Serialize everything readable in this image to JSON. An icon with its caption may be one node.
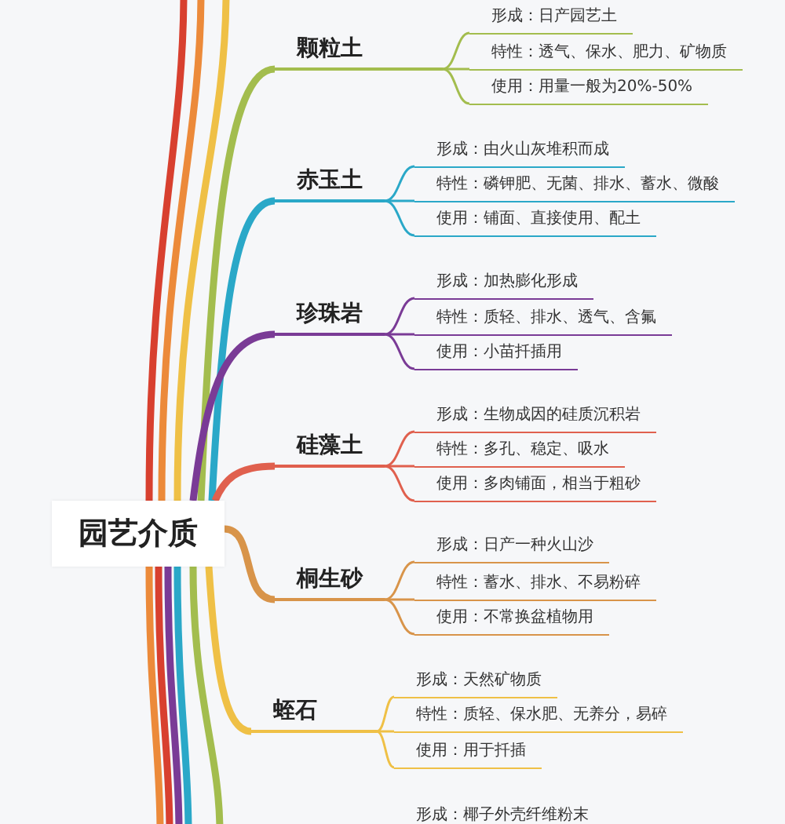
{
  "diagram": {
    "nodes": [
      {
        "text": [
          "园艺介质"
        ]
      },
      {
        "text": [
          "颗粒土"
        ]
      },
      {
        "text": [
          "形成：日产园艺土"
        ]
      },
      {
        "text": [
          "特性：透气、保水、肥力、矿物质"
        ]
      },
      {
        "text": [
          "使用：用量一般为20%-50%"
        ]
      },
      {
        "text": [
          "赤玉土"
        ]
      },
      {
        "text": [
          "形成：由火山灰堆积而成"
        ]
      },
      {
        "text": [
          "特性：磷钾肥、无菌、排水、蓄水、微酸"
        ]
      },
      {
        "text": [
          "使用：铺面、直接使用、配土"
        ]
      },
      {
        "text": [
          "珍珠岩"
        ]
      },
      {
        "text": [
          "形成：加热膨化形成"
        ]
      },
      {
        "text": [
          "特性：质轻、排水、透气、含氟"
        ]
      },
      {
        "text": [
          "使用：小苗扦插用"
        ]
      },
      {
        "text": [
          "硅藻土"
        ]
      },
      {
        "text": [
          "形成：生物成因的硅质沉积岩"
        ]
      },
      {
        "text": [
          "特性：多孔、稳定、吸水"
        ]
      },
      {
        "text": [
          "使用：多肉铺面，相当于粗砂"
        ]
      },
      {
        "text": [
          "桐生砂"
        ]
      },
      {
        "text": [
          "形成：日产一种火山沙"
        ]
      },
      {
        "text": [
          "特性：蓄水、排水、不易粉碎"
        ]
      },
      {
        "text": [
          "使用：不常换盆植物用"
        ]
      },
      {
        "text": [
          "蛭石"
        ]
      },
      {
        "text": [
          "形成：天然矿物质"
        ]
      },
      {
        "text": [
          "特性：质轻、保水肥、无养分，易碎"
        ]
      },
      {
        "text": [
          "使用：用于扦插"
        ]
      },
      {
        "text": [
          "形成：椰子外壳纤维粉末"
        ]
      }
    ],
    "edges": [
      {
        "from": 0,
        "to": 1,
        "arrow": "none",
        "style": "thick",
        "color": "#a3bd4e"
      },
      {
        "from": 1,
        "to": 2,
        "arrow": "none",
        "color": "#a3bd4e"
      },
      {
        "from": 1,
        "to": 3,
        "arrow": "none",
        "color": "#a3bd4e"
      },
      {
        "from": 1,
        "to": 4,
        "arrow": "none",
        "color": "#a3bd4e"
      },
      {
        "from": 0,
        "to": 5,
        "arrow": "none",
        "style": "thick",
        "color": "#2aa8c8"
      },
      {
        "from": 5,
        "to": 6,
        "arrow": "none",
        "color": "#2aa8c8"
      },
      {
        "from": 5,
        "to": 7,
        "arrow": "none",
        "color": "#2aa8c8"
      },
      {
        "from": 5,
        "to": 8,
        "arrow": "none",
        "color": "#2aa8c8"
      },
      {
        "from": 0,
        "to": 9,
        "arrow": "none",
        "style": "thick",
        "color": "#7a3b96"
      },
      {
        "from": 9,
        "to": 10,
        "arrow": "none",
        "color": "#7a3b96"
      },
      {
        "from": 9,
        "to": 11,
        "arrow": "none",
        "color": "#7a3b96"
      },
      {
        "from": 9,
        "to": 12,
        "arrow": "none",
        "color": "#7a3b96"
      },
      {
        "from": 0,
        "to": 13,
        "arrow": "none",
        "style": "thick",
        "color": "#e0604e"
      },
      {
        "from": 13,
        "to": 14,
        "arrow": "none",
        "color": "#e0604e"
      },
      {
        "from": 13,
        "to": 15,
        "arrow": "none",
        "color": "#e0604e"
      },
      {
        "from": 13,
        "to": 16,
        "arrow": "none",
        "color": "#e0604e"
      },
      {
        "from": 0,
        "to": 17,
        "arrow": "none",
        "style": "thick",
        "color": "#d8944a"
      },
      {
        "from": 17,
        "to": 18,
        "arrow": "none",
        "color": "#d8944a"
      },
      {
        "from": 17,
        "to": 19,
        "arrow": "none",
        "color": "#d8944a"
      },
      {
        "from": 17,
        "to": 20,
        "arrow": "none",
        "color": "#d8944a"
      },
      {
        "from": 0,
        "to": 21,
        "arrow": "none",
        "style": "thick",
        "color": "#efc046"
      },
      {
        "from": 21,
        "to": 22,
        "arrow": "none",
        "color": "#efc046"
      },
      {
        "from": 21,
        "to": 23,
        "arrow": "none",
        "color": "#efc046"
      },
      {
        "from": 21,
        "to": 24,
        "arrow": "none",
        "color": "#efc046"
      },
      {
        "from": 0,
        "to": null,
        "arrow": "none",
        "style": "thick",
        "color": "#d8402f"
      },
      {
        "from": 0,
        "to": null,
        "arrow": "none",
        "style": "thick",
        "color": "#ec8a3a"
      },
      {
        "from": 0,
        "to": null,
        "arrow": "none",
        "style": "thick",
        "color": "#efc046"
      },
      {
        "from": 0,
        "to": null,
        "arrow": "none",
        "style": "thick",
        "color": "#ec8a3a"
      },
      {
        "from": 0,
        "to": null,
        "arrow": "none",
        "style": "thick",
        "color": "#d8402f"
      },
      {
        "from": 0,
        "to": null,
        "arrow": "none",
        "style": "thick",
        "color": "#7a3b96"
      },
      {
        "from": 0,
        "to": null,
        "arrow": "none",
        "style": "thick",
        "color": "#2aa8c8"
      },
      {
        "from": 0,
        "to": null,
        "arrow": "none",
        "style": "thick",
        "color": "#a3bd4e"
      }
    ]
  }
}
